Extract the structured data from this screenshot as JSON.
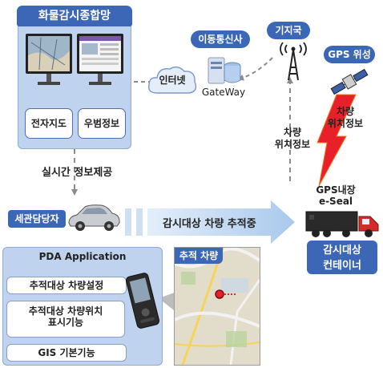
{
  "monitor_network": {
    "title": "화물감시종합망",
    "left_box": "전자지도",
    "right_box": "우범정보"
  },
  "carrier": {
    "label": "이동통신사",
    "internet": "인터넷",
    "gateway": "GateWay"
  },
  "base_station": {
    "label": "기지국"
  },
  "gps_satellite": {
    "label": "GPS 위성"
  },
  "vehicle_location_1": [
    "차량",
    "위치정보"
  ],
  "vehicle_location_2": [
    "차량",
    "위치정보"
  ],
  "realtime_info": "실시간 정보제공",
  "officer": "세관담당자",
  "tracking_status": "감시대상 차량 추적중",
  "eseal": [
    "GPS내장",
    "e-Seal"
  ],
  "container": [
    "감시대상",
    "컨테이너"
  ],
  "pda": {
    "title": "PDA Application",
    "items": [
      {
        "lines": [
          "추적대상 차량설정"
        ]
      },
      {
        "lines": [
          "추적대상 차량위치",
          "표시기능"
        ]
      },
      {
        "lines": [
          "GIS 기본기능"
        ]
      }
    ]
  },
  "tracking_map": {
    "label": "추적 차량"
  },
  "colors": {
    "pill_blue": "#3c66b6",
    "panel_blue": "#bfd2ee",
    "arrow_gray": "#8c8c8c",
    "lightning_red": "#e8202a",
    "band_blue": "#b8d3ef"
  }
}
